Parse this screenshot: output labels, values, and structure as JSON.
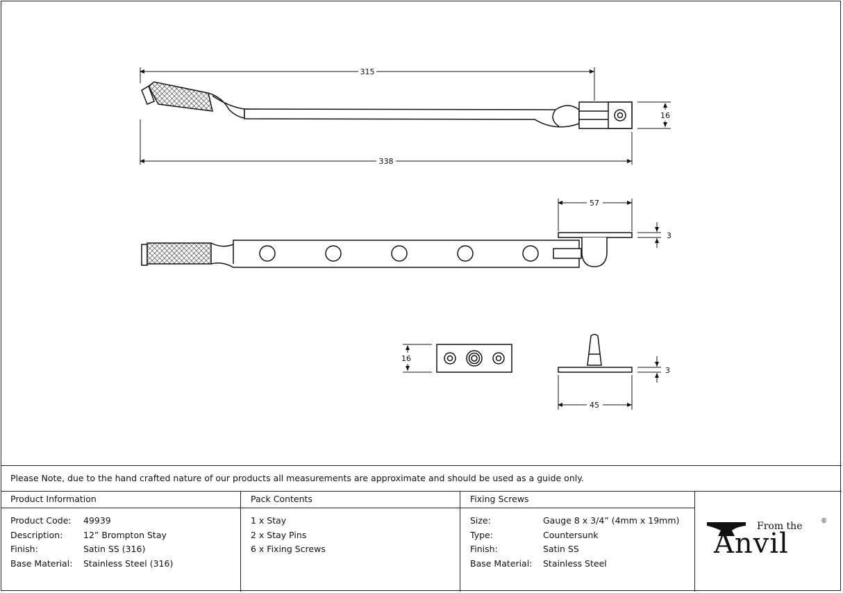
{
  "dimensions": {
    "overall_length": "338",
    "stay_length": "315",
    "bracket_width": "16",
    "plate_length": "57",
    "plate_thickness": "3",
    "pin_plate_width": "16",
    "pin_base_length": "45",
    "pin_base_thickness": "3"
  },
  "note": "Please Note, due to the hand crafted nature of our products all measurements are approximate and should be used as a guide only.",
  "product_information": {
    "heading": "Product Information",
    "rows": [
      {
        "label": "Product Code:",
        "value": "49939"
      },
      {
        "label": "Description:",
        "value": "12” Brompton Stay"
      },
      {
        "label": "Finish:",
        "value": "Satin SS (316)"
      },
      {
        "label": "Base Material:",
        "value": "Stainless Steel (316)"
      }
    ]
  },
  "pack_contents": {
    "heading": "Pack Contents",
    "items": [
      "1 x Stay",
      "2 x Stay Pins",
      "6 x Fixing Screws"
    ]
  },
  "fixing_screws": {
    "heading": "Fixing Screws",
    "rows": [
      {
        "label": "Size:",
        "value": "Gauge 8 x 3/4” (4mm x 19mm)"
      },
      {
        "label": "Type:",
        "value": "Countersunk"
      },
      {
        "label": "Finish:",
        "value": "Satin SS"
      },
      {
        "label": "Base Material:",
        "value": "Stainless Steel"
      }
    ]
  },
  "logo": {
    "prefix": "From the",
    "name": "Anvil",
    "mark": "®"
  }
}
